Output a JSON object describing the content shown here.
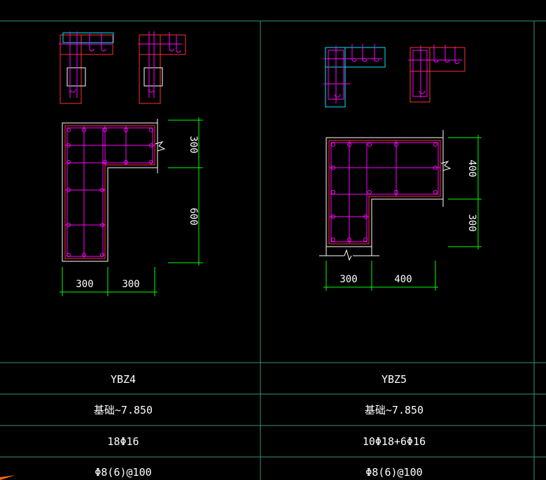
{
  "colors": {
    "background": "#000000",
    "grid_line": "#3a8f7a",
    "dimension": "#00ff00",
    "outline": "#ffffff",
    "stirrup": "#ff00ff",
    "rebar": "#ff3030",
    "cyan": "#00e5ff"
  },
  "columns": [
    {
      "name": "YBZ4",
      "elevation": "基础~7.850",
      "longitudinal_bars": "18Φ16",
      "stirrups": "Φ8(6)@100",
      "dims": {
        "bottom_left": "300",
        "bottom_right": "300",
        "side_top": "300",
        "side_bottom": "600"
      }
    },
    {
      "name": "YBZ5",
      "elevation": "基础~7.850",
      "longitudinal_bars": "10Φ18+6Φ16",
      "stirrups": "Φ8(6)@100",
      "dims": {
        "bottom_left": "300",
        "bottom_right": "400",
        "side_top": "400",
        "side_bottom": "300"
      }
    }
  ]
}
